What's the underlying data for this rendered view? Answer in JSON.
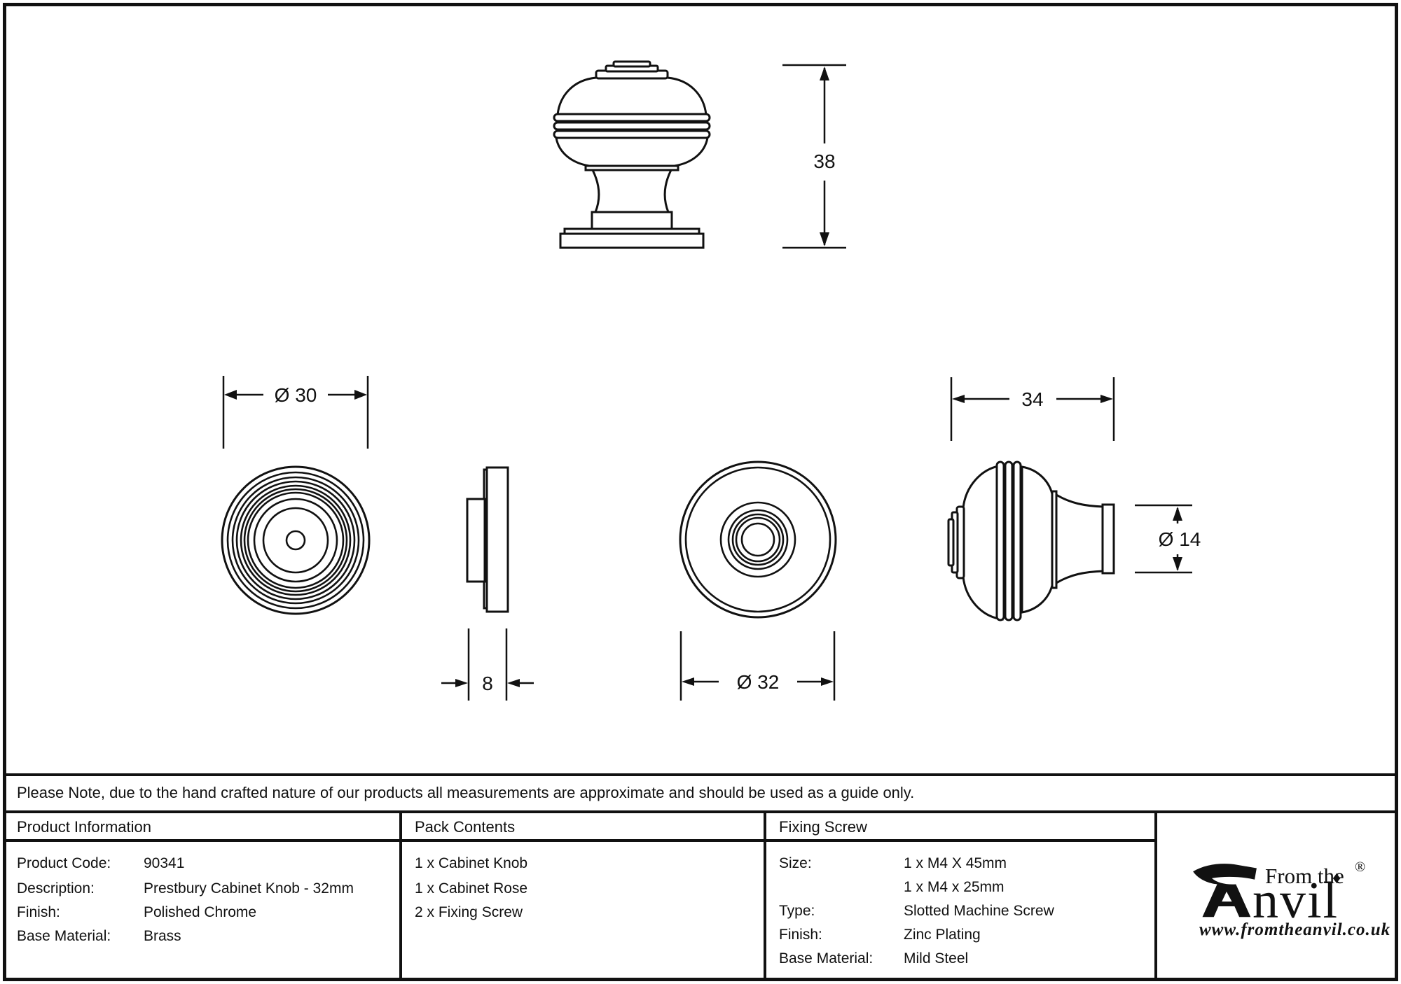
{
  "colors": {
    "ink": "#111111",
    "paper": "#ffffff"
  },
  "drawing": {
    "dimensions": {
      "knob_height": "38",
      "knob_face_diameter": "Ø 30",
      "rose_depth": "8",
      "rose_diameter": "Ø 32",
      "knob_depth": "34",
      "neck_diameter": "Ø 14"
    }
  },
  "note": "Please Note, due to the hand crafted nature of our products all measurements are approximate and should be used as a guide only.",
  "table": {
    "product_information": {
      "header": "Product Information",
      "rows": [
        {
          "label": "Product Code:",
          "value": "90341"
        },
        {
          "label": "Description:",
          "value": "Prestbury Cabinet Knob - 32mm"
        },
        {
          "label": "Finish:",
          "value": "Polished Chrome"
        },
        {
          "label": "Base Material:",
          "value": "Brass"
        }
      ]
    },
    "pack_contents": {
      "header": "Pack Contents",
      "items": [
        "1 x Cabinet Knob",
        "1 x Cabinet Rose",
        "2 x Fixing Screw"
      ]
    },
    "fixing_screw": {
      "header": "Fixing Screw",
      "rows": [
        {
          "label": "Size:",
          "value": "1 x M4 X 45mm"
        },
        {
          "label": "",
          "value": "1 x M4 x 25mm"
        },
        {
          "label": "Type:",
          "value": "Slotted Machine Screw"
        },
        {
          "label": "Finish:",
          "value": "Zinc Plating"
        },
        {
          "label": "Base Material:",
          "value": "Mild Steel"
        }
      ]
    }
  },
  "logo": {
    "tagline": "From the",
    "diamond": "♦",
    "brand_rest": "nvil",
    "registered": "®",
    "website": "www.fromtheanvil.co.uk"
  }
}
